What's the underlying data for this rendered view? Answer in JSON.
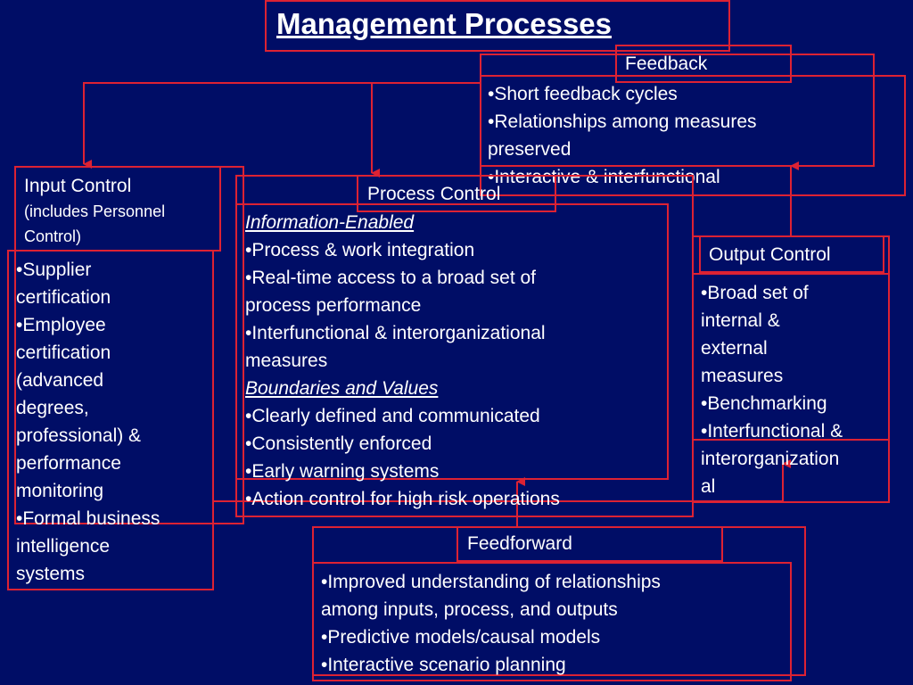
{
  "title": "Management Processes",
  "feedback": {
    "header": "Feedback",
    "bullets": [
      "•Short feedback cycles",
      "•Relationships among measures",
      "preserved",
      "•Interactive & interfunctional"
    ]
  },
  "input_control": {
    "header": "Input Control",
    "subheader_lines": [
      "(includes Personnel",
      "Control)"
    ],
    "bullets": [
      "•Supplier",
      "certification",
      "•Employee",
      "certification",
      "(advanced",
      "degrees,",
      "professional) &",
      "performance",
      "monitoring",
      "•Formal business",
      "intelligence",
      "systems"
    ]
  },
  "process_control": {
    "header": "Process Control",
    "section1_title": "Information-Enabled",
    "section1_lines": [
      "•Process & work integration",
      "•Real-time access to a broad set of",
      "process performance",
      "•Interfunctional & interorganizational",
      "measures"
    ],
    "section2_title": "Boundaries and Values",
    "section2_lines": [
      "•Clearly defined and communicated",
      "•Consistently enforced",
      "•Early warning systems",
      "•Action control for high risk operations"
    ]
  },
  "output_control": {
    "header": "Output Control",
    "bullets": [
      "•Broad set of",
      "internal &",
      "external",
      "measures",
      "•Benchmarking",
      "•Interfunctional &",
      "interorganization",
      "al"
    ]
  },
  "feedforward": {
    "header": "Feedforward",
    "bullets": [
      "•Improved understanding of relationships",
      "among inputs, process, and outputs",
      "•Predictive models/causal models",
      "•Interactive scenario planning"
    ]
  },
  "colors": {
    "background": "#000d66",
    "border": "#dd2233",
    "text": "#ffffff"
  }
}
